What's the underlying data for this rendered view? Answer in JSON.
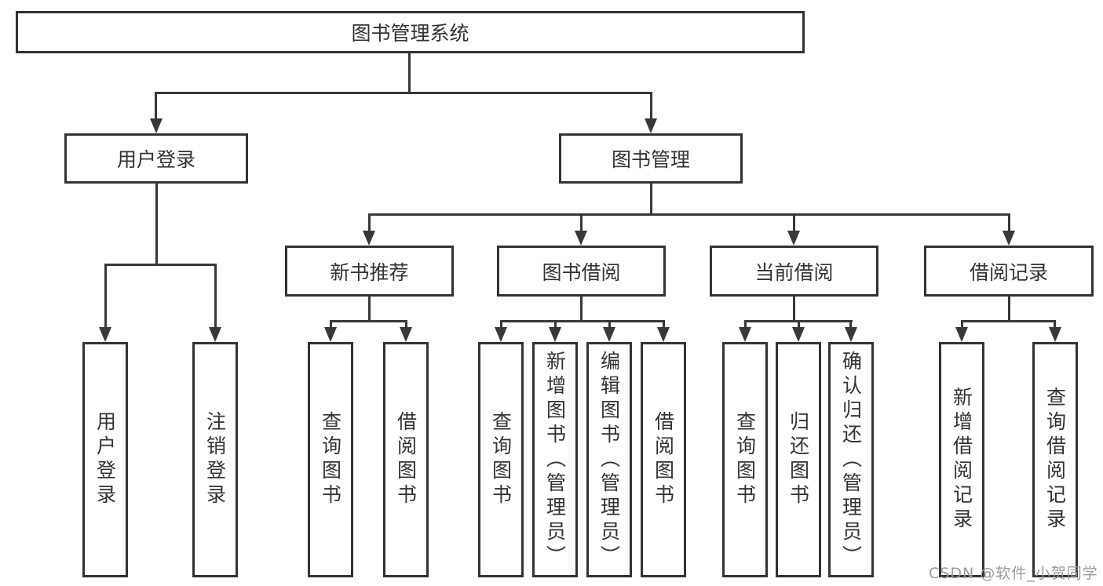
{
  "root": {
    "label": "图书管理系统"
  },
  "branches": {
    "user_login": {
      "label": "用户登录",
      "children": [
        {
          "label": "用户登录"
        },
        {
          "label": "注销登录"
        }
      ]
    },
    "book_management": {
      "label": "图书管理",
      "children": [
        {
          "label": "新书推荐",
          "children": [
            {
              "label": "查询图书"
            },
            {
              "label": "借阅图书"
            }
          ]
        },
        {
          "label": "图书借阅",
          "children": [
            {
              "label": "查询图书"
            },
            {
              "label": "新增图书（管理员）"
            },
            {
              "label": "编辑图书（管理员）"
            },
            {
              "label": "借阅图书"
            }
          ]
        },
        {
          "label": "当前借阅",
          "children": [
            {
              "label": "查询图书"
            },
            {
              "label": "归还图书"
            },
            {
              "label": "确认归还（管理员）"
            }
          ]
        },
        {
          "label": "借阅记录",
          "children": [
            {
              "label": "新增借阅记录"
            },
            {
              "label": "查询借阅记录"
            }
          ]
        }
      ]
    }
  },
  "watermark": "CSDN @软件_小贺同学",
  "colors": {
    "line": "#383838",
    "box_border": "#333333",
    "text": "#333333",
    "watermark": "#9b9b9b",
    "background": "#ffffff"
  }
}
